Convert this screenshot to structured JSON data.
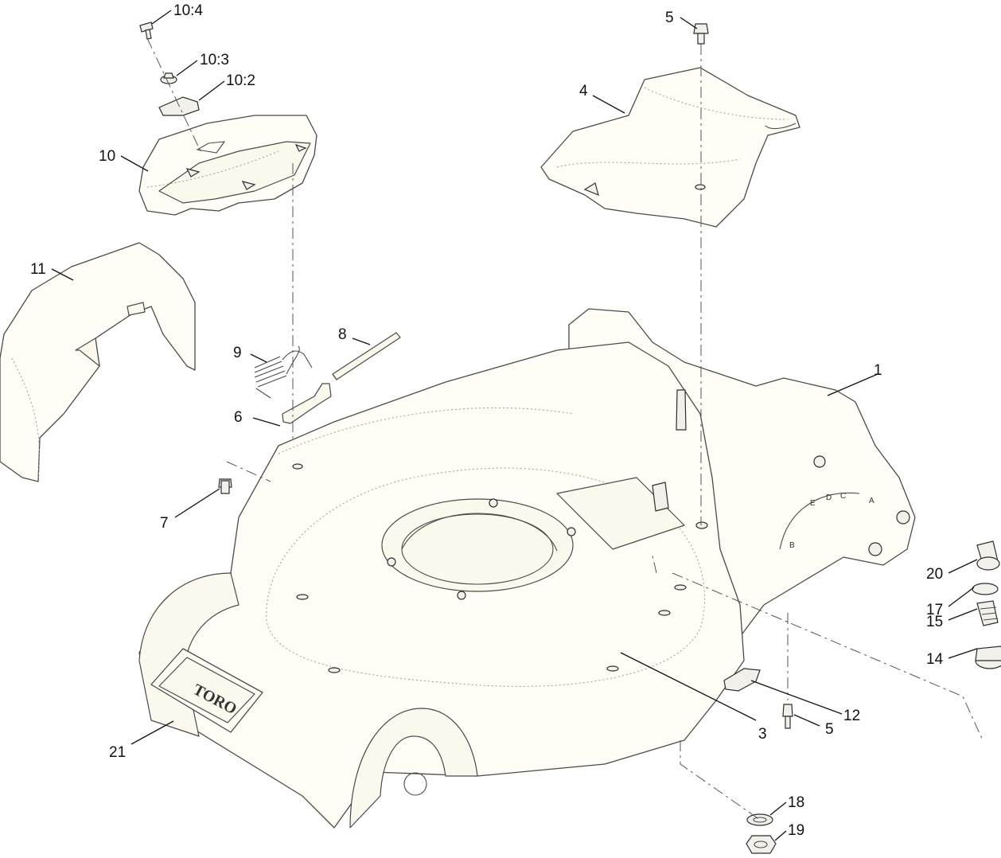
{
  "callouts": [
    {
      "id": "c-1",
      "label": "1"
    },
    {
      "id": "c-3",
      "label": "3"
    },
    {
      "id": "c-4",
      "label": "4"
    },
    {
      "id": "c-5a",
      "label": "5"
    },
    {
      "id": "c-5b",
      "label": "5"
    },
    {
      "id": "c-6",
      "label": "6"
    },
    {
      "id": "c-7",
      "label": "7"
    },
    {
      "id": "c-8",
      "label": "8"
    },
    {
      "id": "c-9",
      "label": "9"
    },
    {
      "id": "c-10",
      "label": "10"
    },
    {
      "id": "c-10-2",
      "label": "10:2"
    },
    {
      "id": "c-10-3",
      "label": "10:3"
    },
    {
      "id": "c-10-4",
      "label": "10:4"
    },
    {
      "id": "c-11",
      "label": "11"
    },
    {
      "id": "c-12",
      "label": "12"
    },
    {
      "id": "c-14",
      "label": "14"
    },
    {
      "id": "c-15",
      "label": "15"
    },
    {
      "id": "c-17",
      "label": "17"
    },
    {
      "id": "c-18",
      "label": "18"
    },
    {
      "id": "c-19",
      "label": "19"
    },
    {
      "id": "c-20",
      "label": "20"
    },
    {
      "id": "c-21",
      "label": "21"
    }
  ],
  "logo": {
    "text": "TORO"
  },
  "height_markings": {
    "e": "E",
    "d": "D",
    "c": "C",
    "a": "A",
    "b": "B"
  },
  "colors": {
    "part_fill": "#fffdf6",
    "line": "#4a4a4a",
    "text": "#111111"
  }
}
